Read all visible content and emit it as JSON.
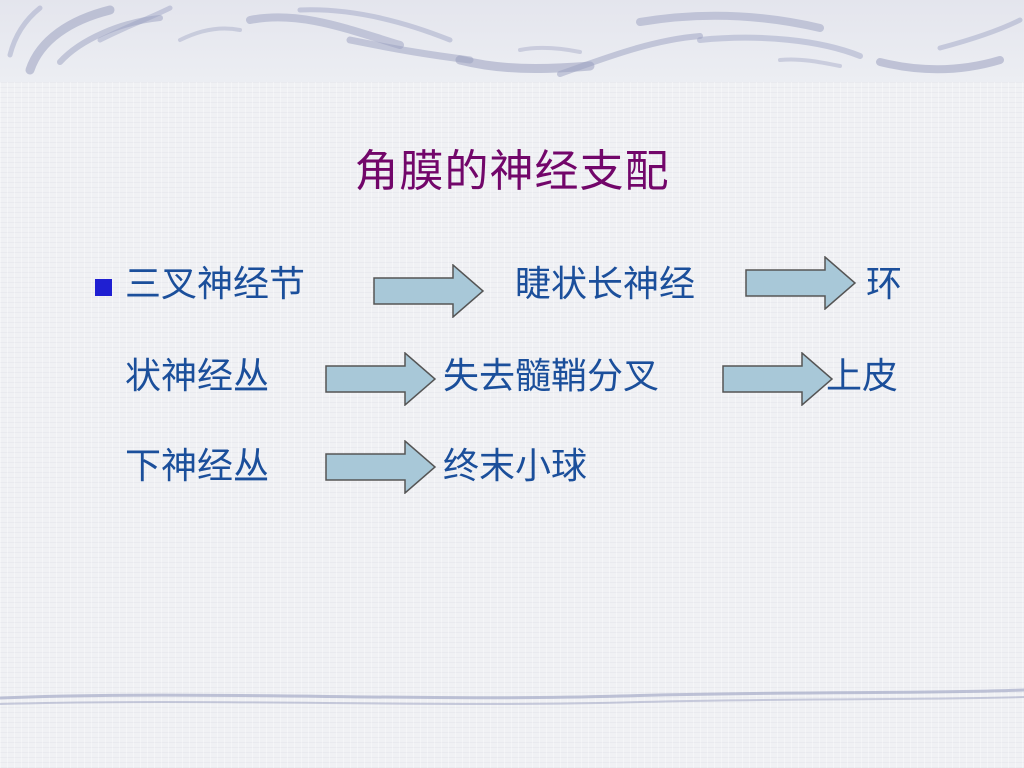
{
  "slide": {
    "title": "角膜的神经支配",
    "line1": {
      "t1": "三叉神经节",
      "t2": "睫状长神经",
      "t3": "环"
    },
    "line2": {
      "t1": "状神经丛",
      "t2": "失去髓鞘分叉",
      "t3": "上皮"
    },
    "line3": {
      "t1": "下神经丛",
      "t2": "终末小球"
    }
  },
  "colors": {
    "title": "#72066a",
    "body_text": "#1b4f9b",
    "bullet": "#1f1fd2",
    "arrow_fill": "#a8c8d8",
    "arrow_stroke": "#555555"
  },
  "icons": {
    "bullet": "square-bullet-icon",
    "arrow": "right-arrow-icon"
  }
}
